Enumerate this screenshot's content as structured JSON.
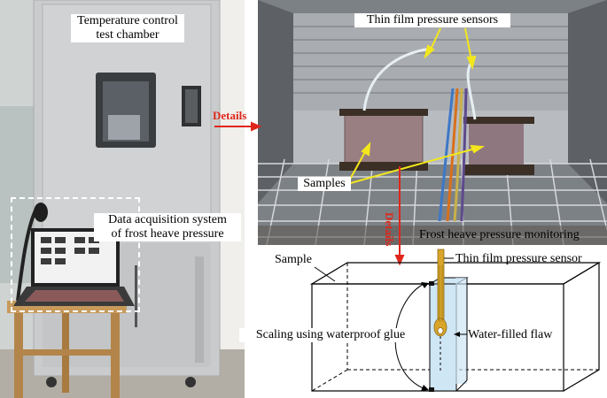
{
  "left_photo": {
    "chamber_label_line1": "Temperature control",
    "chamber_label_line2": "test chamber",
    "daq_label_line1": "Data acquisition system",
    "daq_label_line2": "of frost heave pressure"
  },
  "arrows": {
    "details_right": "Details",
    "details_down": "Details"
  },
  "right_photo": {
    "sensors_label": "Thin film pressure sensors",
    "samples_label": "Samples"
  },
  "diagram": {
    "title": "Frost heave pressure monitoring",
    "sample_label": "Sample",
    "sensor_label": "Thin film pressure sensor",
    "glue_label": "Scaling using waterproof glue",
    "flaw_label": "Water-filled flaw"
  },
  "colors": {
    "accent_red": "#e0261b",
    "label_yellow": "#f3e71c",
    "sensor_gold": "#d9a52a",
    "flaw_blue": "#cfe6f5"
  }
}
